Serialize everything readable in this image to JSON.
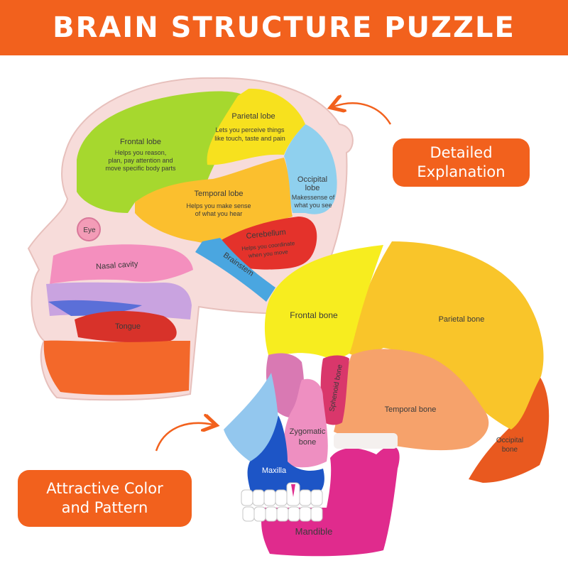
{
  "banner": {
    "title": "BRAIN STRUCTURE PUZZLE",
    "color": "#f2611d"
  },
  "callouts": {
    "detailed": {
      "line1": "Detailed",
      "line2": "Explanation"
    },
    "attractive": {
      "line1": "Attractive Color",
      "line2": "and Pattern"
    }
  },
  "brain_puzzle": {
    "frontal": {
      "name": "Frontal lobe",
      "desc1": "Helps you reason,",
      "desc2": "plan, pay attention and",
      "desc3": "move specific body parts",
      "color": "#a6d82e"
    },
    "parietal": {
      "name": "Parietal lobe",
      "desc1": "Lets you perceive things",
      "desc2": "like touch, taste and pain",
      "color": "#f7e11e"
    },
    "occipital": {
      "name": "Occipital",
      "name2": "lobe",
      "desc1": "Makessense of",
      "desc2": "what you see",
      "color": "#8fd0ee"
    },
    "temporal": {
      "name": "Temporal lobe",
      "desc1": "Helps you make sense",
      "desc2": "of what you hear",
      "color": "#fbbf2e"
    },
    "cerebellum": {
      "name": "Cerebellum",
      "desc1": "Helps you coordinate",
      "desc2": "when you move",
      "color": "#e4322b"
    },
    "brainstem": {
      "name": "Brainstem",
      "color": "#4aa6e0"
    },
    "eye": {
      "name": "Eye"
    },
    "nasal": {
      "name": "Nasal cavity"
    },
    "tongue": {
      "name": "Tongue"
    }
  },
  "skull_puzzle": {
    "frontal_bone": "Frontal bone",
    "parietal_bone": "Parietal bone",
    "sphenoid_bone": "Sphenoid bone",
    "temporal_bone": "Temporal bone",
    "zygomatic_bone_1": "Zygomatic",
    "zygomatic_bone_2": "bone",
    "occipital_bone_1": "Occipital",
    "occipital_bone_2": "bone",
    "maxilla": "Maxilla",
    "mandible": "Mandible"
  }
}
